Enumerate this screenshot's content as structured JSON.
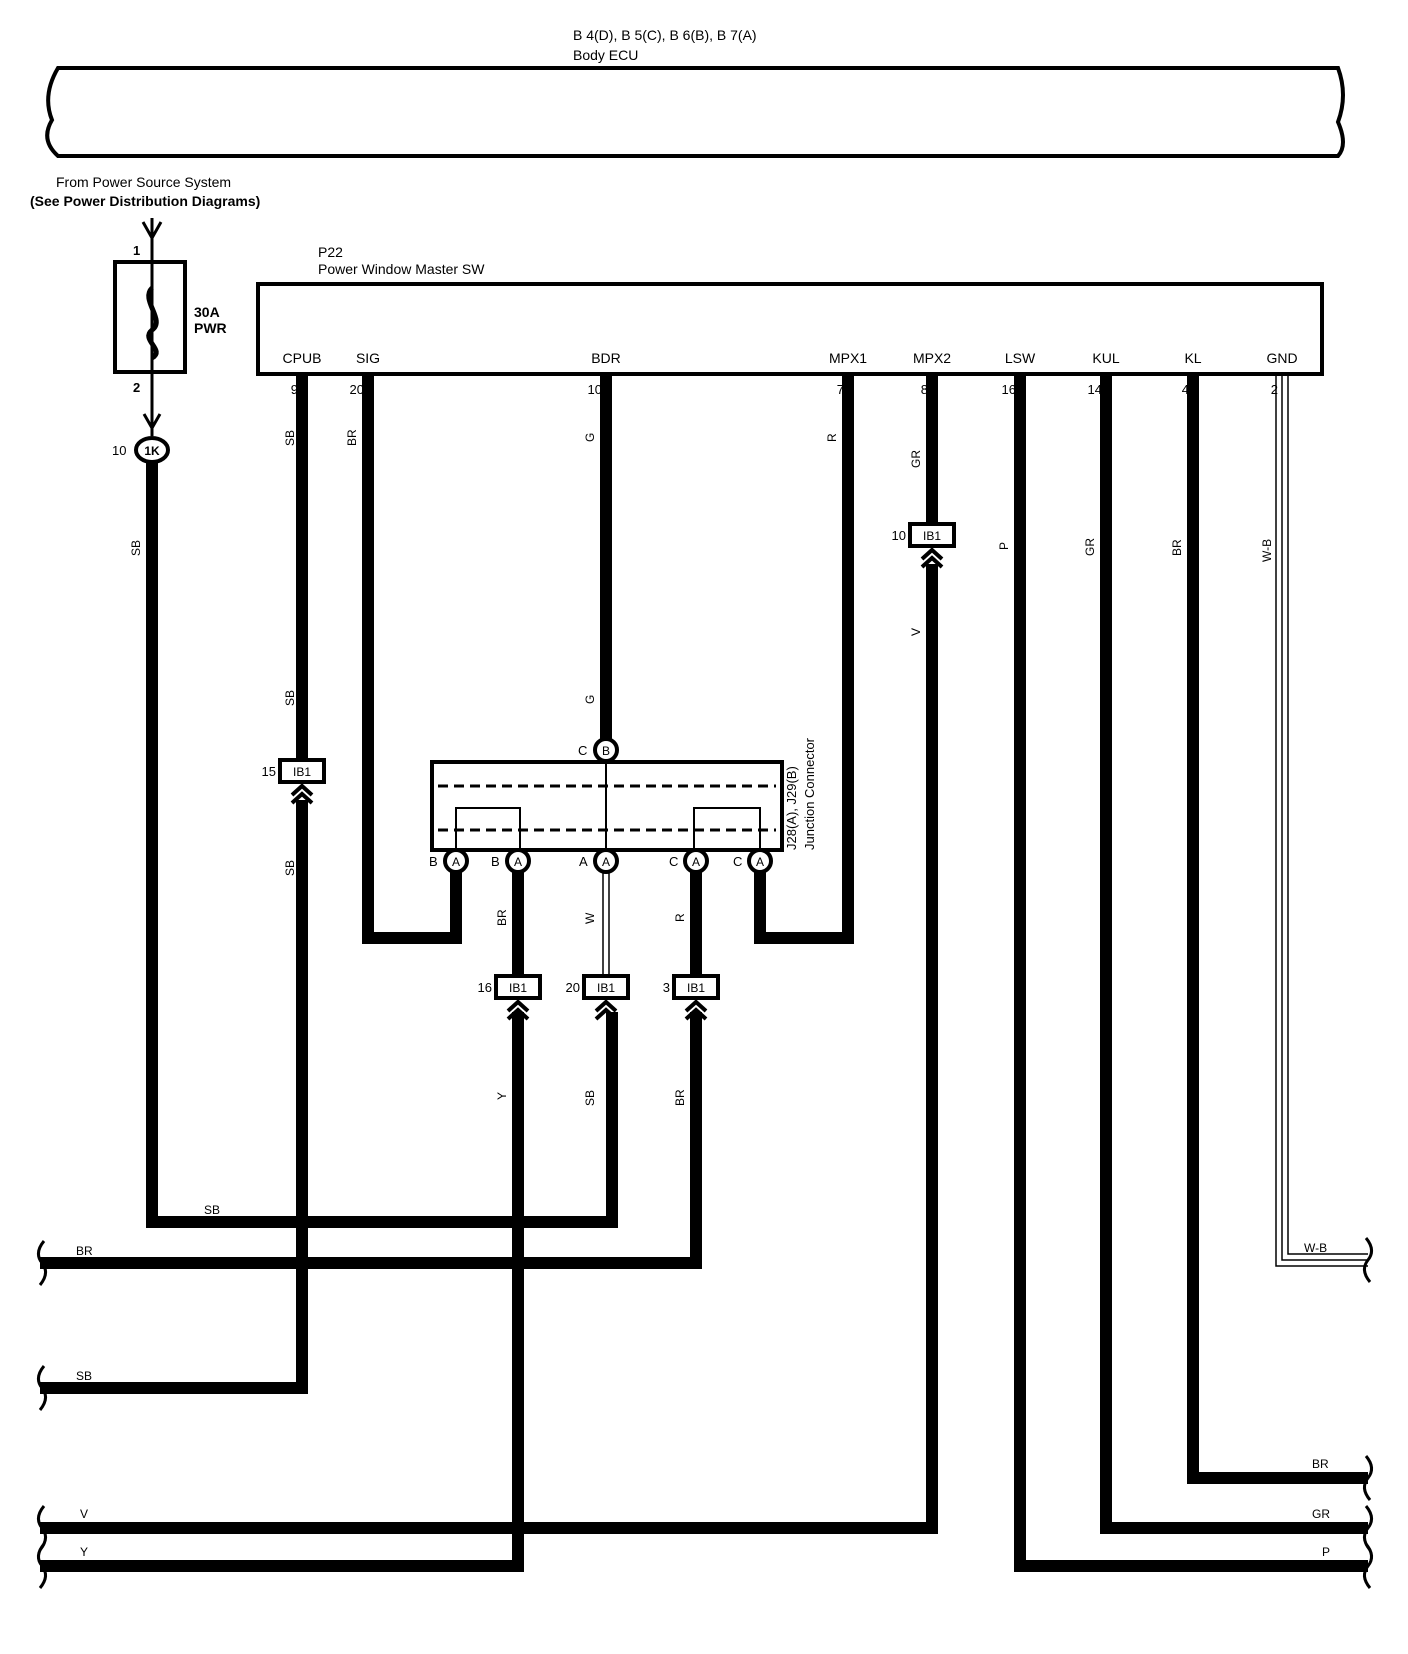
{
  "ecu": {
    "codes": "B 4(D), B 5(C), B 6(B), B 7(A)",
    "name": "Body ECU"
  },
  "power_source": {
    "line1": "From Power Source System",
    "line2": "(See Power Distribution Diagrams)"
  },
  "fuse": {
    "rating": "30A",
    "name": "PWR",
    "pin_in": "1",
    "pin_out": "2"
  },
  "conn_1k": {
    "id": "1K",
    "pin": "10"
  },
  "master_switch": {
    "code": "P22",
    "name": "Power Window Master SW",
    "terminals": [
      {
        "name": "CPUB",
        "pin": "9",
        "color": "SB"
      },
      {
        "name": "SIG",
        "pin": "20",
        "color": "BR"
      },
      {
        "name": "BDR",
        "pin": "10",
        "color": "G"
      },
      {
        "name": "MPX1",
        "pin": "7",
        "color": "R"
      },
      {
        "name": "MPX2",
        "pin": "8",
        "color": "GR"
      },
      {
        "name": "LSW",
        "pin": "16",
        "color": "P"
      },
      {
        "name": "KUL",
        "pin": "14",
        "color": "GR"
      },
      {
        "name": "KL",
        "pin": "4",
        "color": "BR"
      },
      {
        "name": "GND",
        "pin": "2",
        "color": "W-B"
      }
    ]
  },
  "junction": {
    "name1": "J28(A), J29(B)",
    "name2": "Junction Connector",
    "top_pin": "C",
    "top_conn": "B",
    "pins": [
      {
        "pin": "B",
        "conn": "A"
      },
      {
        "pin": "B",
        "conn": "A"
      },
      {
        "pin": "A",
        "conn": "A"
      },
      {
        "pin": "C",
        "conn": "A"
      },
      {
        "pin": "C",
        "conn": "A"
      }
    ]
  },
  "ib1": {
    "label": "IB1",
    "cpub_pin": "15",
    "mpx2_pin": "10",
    "br_pin": "16",
    "w_pin": "20",
    "r_pin": "3"
  },
  "wire_labels": {
    "sb": "SB",
    "br": "BR",
    "g": "G",
    "r": "R",
    "gr": "GR",
    "v": "V",
    "p": "P",
    "w": "W",
    "y": "Y",
    "wb": "W-B"
  },
  "exits_left": [
    "SB",
    "BR",
    "SB",
    "V",
    "Y"
  ],
  "exits_right": [
    "W-B",
    "BR",
    "GR",
    "P"
  ],
  "colors": {
    "line": "#000000",
    "background": "#ffffff"
  }
}
